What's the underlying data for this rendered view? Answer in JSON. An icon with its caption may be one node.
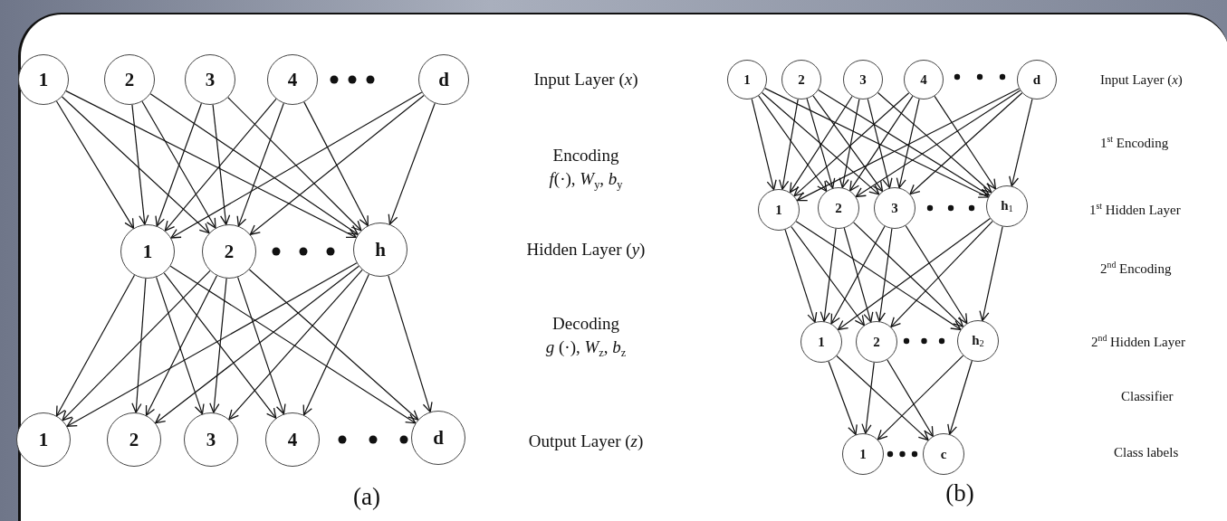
{
  "diagram": {
    "nodes": [
      {
        "text": [
          "1"
        ]
      },
      {
        "text": [
          "2"
        ]
      },
      {
        "text": [
          "3"
        ]
      },
      {
        "text": [
          "4"
        ]
      },
      {
        "text": [
          "d"
        ]
      },
      {
        "text": [
          "1"
        ]
      },
      {
        "text": [
          "2"
        ]
      },
      {
        "text": [
          "h"
        ]
      },
      {
        "text": [
          "1"
        ]
      },
      {
        "text": [
          "2"
        ]
      },
      {
        "text": [
          "3"
        ]
      },
      {
        "text": [
          "4"
        ]
      },
      {
        "text": [
          "d"
        ]
      },
      {
        "text": [
          "1"
        ]
      },
      {
        "text": [
          "2"
        ]
      },
      {
        "text": [
          "3"
        ]
      },
      {
        "text": [
          "4"
        ]
      },
      {
        "text": [
          "d"
        ]
      },
      {
        "text": [
          "1"
        ]
      },
      {
        "text": [
          "2"
        ]
      },
      {
        "text": [
          "3"
        ]
      },
      {
        "text": [
          "h$_{1}$"
        ]
      },
      {
        "text": [
          "1"
        ]
      },
      {
        "text": [
          "2"
        ]
      },
      {
        "text": [
          "h$_{2}$"
        ]
      },
      {
        "text": [
          "1"
        ]
      },
      {
        "text": [
          "c"
        ]
      }
    ],
    "edges": [
      {
        "from": 0,
        "to": 5,
        "arrow": "to"
      },
      {
        "from": 0,
        "to": 6,
        "arrow": "to"
      },
      {
        "from": 0,
        "to": 7,
        "arrow": "to"
      },
      {
        "from": 1,
        "to": 5,
        "arrow": "to"
      },
      {
        "from": 1,
        "to": 6,
        "arrow": "to"
      },
      {
        "from": 1,
        "to": 7,
        "arrow": "to"
      },
      {
        "from": 2,
        "to": 5,
        "arrow": "to"
      },
      {
        "from": 2,
        "to": 6,
        "arrow": "to"
      },
      {
        "from": 2,
        "to": 7,
        "arrow": "to"
      },
      {
        "from": 3,
        "to": 5,
        "arrow": "to"
      },
      {
        "from": 3,
        "to": 6,
        "arrow": "to"
      },
      {
        "from": 3,
        "to": 7,
        "arrow": "to"
      },
      {
        "from": 4,
        "to": 5,
        "arrow": "to"
      },
      {
        "from": 4,
        "to": 6,
        "arrow": "to"
      },
      {
        "from": 4,
        "to": 7,
        "arrow": "to"
      },
      {
        "from": 5,
        "to": 8,
        "arrow": "to"
      },
      {
        "from": 5,
        "to": 9,
        "arrow": "to"
      },
      {
        "from": 5,
        "to": 10,
        "arrow": "to"
      },
      {
        "from": 5,
        "to": 11,
        "arrow": "to"
      },
      {
        "from": 5,
        "to": 12,
        "arrow": "to"
      },
      {
        "from": 6,
        "to": 8,
        "arrow": "to"
      },
      {
        "from": 6,
        "to": 9,
        "arrow": "to"
      },
      {
        "from": 6,
        "to": 10,
        "arrow": "to"
      },
      {
        "from": 6,
        "to": 11,
        "arrow": "to"
      },
      {
        "from": 6,
        "to": 12,
        "arrow": "to"
      },
      {
        "from": 7,
        "to": 8,
        "arrow": "to"
      },
      {
        "from": 7,
        "to": 9,
        "arrow": "to"
      },
      {
        "from": 7,
        "to": 10,
        "arrow": "to"
      },
      {
        "from": 7,
        "to": 11,
        "arrow": "to"
      },
      {
        "from": 7,
        "to": 12,
        "arrow": "to"
      },
      {
        "from": 13,
        "to": 18,
        "arrow": "to"
      },
      {
        "from": 13,
        "to": 19,
        "arrow": "to"
      },
      {
        "from": 13,
        "to": 20,
        "arrow": "to"
      },
      {
        "from": 13,
        "to": 21,
        "arrow": "to"
      },
      {
        "from": 14,
        "to": 18,
        "arrow": "to"
      },
      {
        "from": 14,
        "to": 19,
        "arrow": "to"
      },
      {
        "from": 14,
        "to": 20,
        "arrow": "to"
      },
      {
        "from": 14,
        "to": 21,
        "arrow": "to"
      },
      {
        "from": 15,
        "to": 18,
        "arrow": "to"
      },
      {
        "from": 15,
        "to": 19,
        "arrow": "to"
      },
      {
        "from": 15,
        "to": 20,
        "arrow": "to"
      },
      {
        "from": 15,
        "to": 21,
        "arrow": "to"
      },
      {
        "from": 16,
        "to": 18,
        "arrow": "to"
      },
      {
        "from": 16,
        "to": 19,
        "arrow": "to"
      },
      {
        "from": 16,
        "to": 20,
        "arrow": "to"
      },
      {
        "from": 16,
        "to": 21,
        "arrow": "to"
      },
      {
        "from": 17,
        "to": 18,
        "arrow": "to"
      },
      {
        "from": 17,
        "to": 19,
        "arrow": "to"
      },
      {
        "from": 17,
        "to": 20,
        "arrow": "to"
      },
      {
        "from": 17,
        "to": 21,
        "arrow": "to"
      },
      {
        "from": 18,
        "to": 22,
        "arrow": "to"
      },
      {
        "from": 18,
        "to": 23,
        "arrow": "to"
      },
      {
        "from": 18,
        "to": 24,
        "arrow": "to"
      },
      {
        "from": 19,
        "to": 22,
        "arrow": "to"
      },
      {
        "from": 19,
        "to": 23,
        "arrow": "to"
      },
      {
        "from": 19,
        "to": 24,
        "arrow": "to"
      },
      {
        "from": 20,
        "to": 22,
        "arrow": "to"
      },
      {
        "from": 20,
        "to": 23,
        "arrow": "to"
      },
      {
        "from": 20,
        "to": 24,
        "arrow": "to"
      },
      {
        "from": 21,
        "to": 22,
        "arrow": "to"
      },
      {
        "from": 21,
        "to": 23,
        "arrow": "to"
      },
      {
        "from": 21,
        "to": 24,
        "arrow": "to"
      },
      {
        "from": 22,
        "to": 25,
        "arrow": "to"
      },
      {
        "from": 22,
        "to": 26,
        "arrow": "to"
      },
      {
        "from": 23,
        "to": 25,
        "arrow": "to"
      },
      {
        "from": 23,
        "to": 26,
        "arrow": "to"
      },
      {
        "from": 24,
        "to": 25,
        "arrow": "to"
      },
      {
        "from": 24,
        "to": 26,
        "arrow": "to"
      }
    ],
    "labels": [
      "Input Layer (*x*)",
      "Encoding",
      "*f*(·), *W*$_{y}$, *b*$_{y}$",
      "Hidden Layer (*y*)",
      "Decoding",
      "*g* (·), *W*$_{z}$, *b*$_{z}$",
      "Output Layer (*z*)",
      "(a)",
      "Input Layer (*x*)",
      "1$^{st}$ Encoding",
      "1$^{st}$ Hidden Layer",
      "2$^{nd}$ Encoding",
      "2$^{nd}$ Hidden Layer",
      "Classifier",
      "Class labels",
      "(b)"
    ]
  }
}
